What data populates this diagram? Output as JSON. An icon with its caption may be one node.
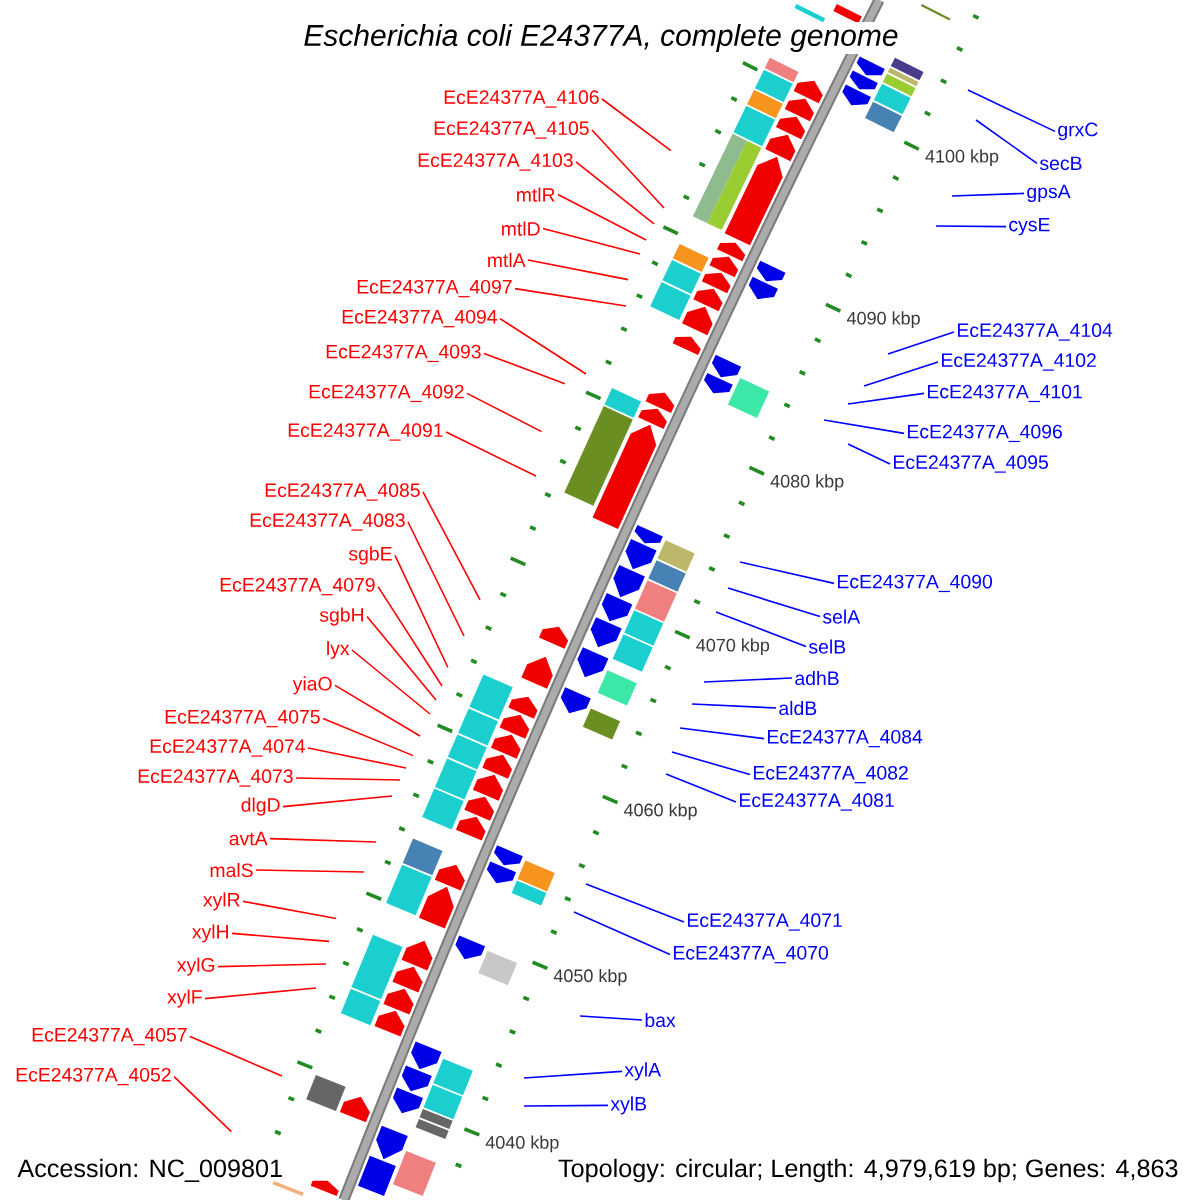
{
  "diagram": {
    "title": "Escherichia coli E24377A, complete genome",
    "nodes": [
      {
        "text": [
          "EcE24377A_4106"
        ]
      },
      {
        "text": [
          "EcE24377A_4105"
        ]
      },
      {
        "text": [
          "EcE24377A_4103"
        ]
      },
      {
        "text": [
          "mtlR"
        ]
      },
      {
        "text": [
          "mtlD"
        ]
      },
      {
        "text": [
          "mtlA"
        ]
      },
      {
        "text": [
          "EcE24377A_4097"
        ]
      },
      {
        "text": [
          "EcE24377A_4094"
        ]
      },
      {
        "text": [
          "EcE24377A_4093"
        ]
      },
      {
        "text": [
          "EcE24377A_4092"
        ]
      },
      {
        "text": [
          "EcE24377A_4091"
        ]
      },
      {
        "text": [
          "EcE24377A_4085"
        ]
      },
      {
        "text": [
          "EcE24377A_4083"
        ]
      },
      {
        "text": [
          "sgbE"
        ]
      },
      {
        "text": [
          "EcE24377A_4079"
        ]
      },
      {
        "text": [
          "sgbH"
        ]
      },
      {
        "text": [
          "lyx"
        ]
      },
      {
        "text": [
          "yiaO"
        ]
      },
      {
        "text": [
          "EcE24377A_4075"
        ]
      },
      {
        "text": [
          "EcE24377A_4074"
        ]
      },
      {
        "text": [
          "EcE24377A_4073"
        ]
      },
      {
        "text": [
          "dlgD"
        ]
      },
      {
        "text": [
          "avtA"
        ]
      },
      {
        "text": [
          "malS"
        ]
      },
      {
        "text": [
          "xylR"
        ]
      },
      {
        "text": [
          "xylH"
        ]
      },
      {
        "text": [
          "xylG"
        ]
      },
      {
        "text": [
          "xylF"
        ]
      },
      {
        "text": [
          "EcE24377A_4057"
        ]
      },
      {
        "text": [
          "EcE24377A_4052"
        ]
      },
      {
        "text": [
          "grxC"
        ]
      },
      {
        "text": [
          "secB"
        ]
      },
      {
        "text": [
          "gpsA"
        ]
      },
      {
        "text": [
          "cysE"
        ]
      },
      {
        "text": [
          "EcE24377A_4104"
        ]
      },
      {
        "text": [
          "EcE24377A_4102"
        ]
      },
      {
        "text": [
          "EcE24377A_4101"
        ]
      },
      {
        "text": [
          "EcE24377A_4096"
        ]
      },
      {
        "text": [
          "EcE24377A_4095"
        ]
      },
      {
        "text": [
          "EcE24377A_4090"
        ]
      },
      {
        "text": [
          "selA"
        ]
      },
      {
        "text": [
          "selB"
        ]
      },
      {
        "text": [
          "adhB"
        ]
      },
      {
        "text": [
          "aldB"
        ]
      },
      {
        "text": [
          "EcE24377A_4084"
        ]
      },
      {
        "text": [
          "EcE24377A_4082"
        ]
      },
      {
        "text": [
          "EcE24377A_4081"
        ]
      },
      {
        "text": [
          "EcE24377A_4071"
        ]
      },
      {
        "text": [
          "EcE24377A_4070"
        ]
      },
      {
        "text": [
          "bax"
        ]
      },
      {
        "text": [
          "xylA"
        ]
      },
      {
        "text": [
          "xylB"
        ]
      }
    ],
    "edges": [
      {
        "from": 0,
        "to": null,
        "arrow": "none"
      },
      {
        "from": 1,
        "to": null,
        "arrow": "none"
      },
      {
        "from": 2,
        "to": null,
        "arrow": "none"
      },
      {
        "from": 3,
        "to": null,
        "arrow": "none"
      },
      {
        "from": 4,
        "to": null,
        "arrow": "none"
      },
      {
        "from": 5,
        "to": null,
        "arrow": "none"
      },
      {
        "from": 6,
        "to": null,
        "arrow": "none"
      },
      {
        "from": 7,
        "to": null,
        "arrow": "none"
      },
      {
        "from": 8,
        "to": null,
        "arrow": "none"
      },
      {
        "from": 9,
        "to": null,
        "arrow": "none"
      },
      {
        "from": 10,
        "to": null,
        "arrow": "none"
      },
      {
        "from": 11,
        "to": null,
        "arrow": "none"
      },
      {
        "from": 12,
        "to": null,
        "arrow": "none"
      },
      {
        "from": 13,
        "to": null,
        "arrow": "none"
      },
      {
        "from": 14,
        "to": null,
        "arrow": "none"
      },
      {
        "from": 15,
        "to": null,
        "arrow": "none"
      },
      {
        "from": 16,
        "to": null,
        "arrow": "none"
      },
      {
        "from": 17,
        "to": null,
        "arrow": "none"
      },
      {
        "from": 18,
        "to": null,
        "arrow": "none"
      },
      {
        "from": 19,
        "to": null,
        "arrow": "none"
      },
      {
        "from": 20,
        "to": null,
        "arrow": "none"
      },
      {
        "from": 21,
        "to": null,
        "arrow": "none"
      },
      {
        "from": 22,
        "to": null,
        "arrow": "none"
      },
      {
        "from": 23,
        "to": null,
        "arrow": "none"
      },
      {
        "from": 24,
        "to": null,
        "arrow": "none"
      },
      {
        "from": 25,
        "to": null,
        "arrow": "none"
      },
      {
        "from": 26,
        "to": null,
        "arrow": "none"
      },
      {
        "from": 27,
        "to": null,
        "arrow": "none"
      },
      {
        "from": 28,
        "to": null,
        "arrow": "none"
      },
      {
        "from": 29,
        "to": null,
        "arrow": "none"
      },
      {
        "from": 30,
        "to": null,
        "arrow": "none",
        "color": "#0000ff"
      },
      {
        "from": 31,
        "to": null,
        "arrow": "none",
        "color": "#0000ff"
      },
      {
        "from": 32,
        "to": null,
        "arrow": "none",
        "color": "#0000ff"
      },
      {
        "from": 33,
        "to": null,
        "arrow": "none",
        "color": "#0000ff"
      },
      {
        "from": 34,
        "to": null,
        "arrow": "none",
        "color": "#0000ff"
      },
      {
        "from": 35,
        "to": null,
        "arrow": "none",
        "color": "#0000ff"
      },
      {
        "from": 36,
        "to": null,
        "arrow": "none",
        "color": "#0000ff"
      },
      {
        "from": 37,
        "to": null,
        "arrow": "none",
        "color": "#0000ff"
      },
      {
        "from": 38,
        "to": null,
        "arrow": "none",
        "color": "#0000ff"
      },
      {
        "from": 39,
        "to": null,
        "arrow": "none",
        "color": "#0000ff"
      },
      {
        "from": 40,
        "to": null,
        "arrow": "none",
        "color": "#0000ff"
      },
      {
        "from": 41,
        "to": null,
        "arrow": "none",
        "color": "#0000ff"
      },
      {
        "from": 42,
        "to": null,
        "arrow": "none",
        "color": "#0000ff"
      },
      {
        "from": 43,
        "to": null,
        "arrow": "none",
        "color": "#0000ff"
      },
      {
        "from": 44,
        "to": null,
        "arrow": "none",
        "color": "#0000ff"
      },
      {
        "from": 45,
        "to": null,
        "arrow": "none",
        "color": "#0000ff"
      },
      {
        "from": 46,
        "to": null,
        "arrow": "none",
        "color": "#0000ff"
      },
      {
        "from": 47,
        "to": null,
        "arrow": "none",
        "color": "#0000ff"
      },
      {
        "from": 48,
        "to": null,
        "arrow": "none",
        "color": "#0000ff"
      },
      {
        "from": 49,
        "to": null,
        "arrow": "none",
        "color": "#0000ff"
      },
      {
        "from": 50,
        "to": null,
        "arrow": "none",
        "color": "#0000ff"
      },
      {
        "from": 51,
        "to": null,
        "arrow": "none",
        "color": "#0000ff"
      }
    ],
    "labels": [
      "4100 kbp",
      "4090 kbp",
      "4080 kbp",
      "4070 kbp",
      "4060 kbp",
      "4050 kbp",
      "4040 kbp",
      "Accession: NC_009801",
      "Topology: circular; Length: 4,979,619 bp; Genes: 4,863"
    ]
  }
}
